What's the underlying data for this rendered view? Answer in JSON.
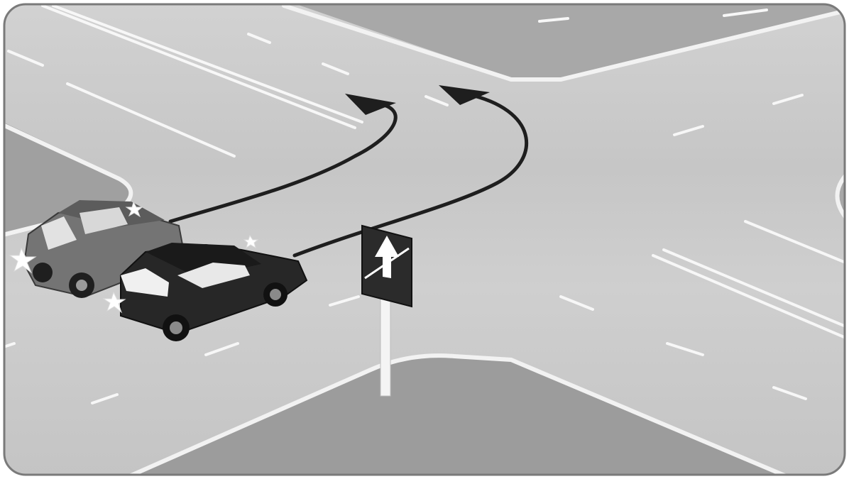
{
  "scene": {
    "type": "illustration",
    "subject": "intersection",
    "colors": {
      "road": "#c9c9c9",
      "road_dark": "#b4b4b4",
      "sidewalk": "#9a9a9a",
      "curb": "#f2f2f2",
      "marking": "#f7f7f7",
      "arrow": "#1e1e1e",
      "car_light": "#6d6d6d",
      "car_dark": "#252525",
      "sign_bg": "#2b2b2b",
      "sign_arrow": "#ffffff",
      "frame": "#7a7a7a"
    }
  },
  "sign": {
    "icon": "straight-only-arrow-icon",
    "crossed": true
  },
  "paths": [
    {
      "icon": "u-turn-arrow",
      "from": "light-car"
    },
    {
      "icon": "u-turn-arrow",
      "from": "dark-car"
    }
  ],
  "vehicles": [
    {
      "icon": "car-icon",
      "shade": "light"
    },
    {
      "icon": "car-icon",
      "shade": "dark"
    }
  ],
  "collision_marks": {
    "icon": "spark-icon",
    "count": 4
  }
}
